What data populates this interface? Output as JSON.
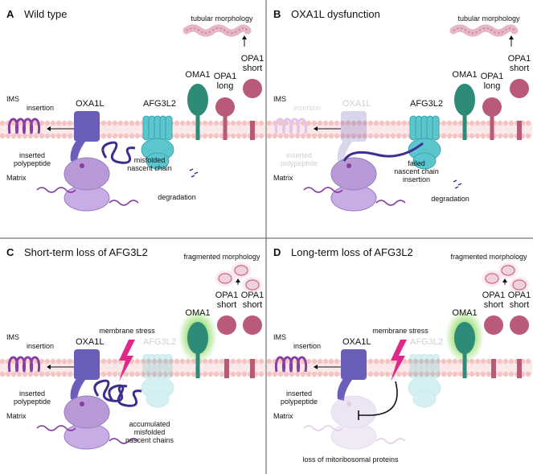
{
  "panels": [
    {
      "letter": "A",
      "title": "Wild type",
      "morphology": "tubular morphology",
      "ims": "IMS",
      "matrix": "Matrix",
      "oxa1l": "OXA1L",
      "afg3l2": "AFG3L2",
      "oma1": "OMA1",
      "opa1_left_1": "OPA1",
      "opa1_left_2": "long",
      "opa1_right_1": "OPA1",
      "opa1_right_2": "short",
      "insertion": "insertion",
      "inserted_1": "inserted",
      "inserted_2": "polypeptide",
      "nascent_1": "misfolded",
      "nascent_2": "nascent chain",
      "degradation": "degradation"
    },
    {
      "letter": "B",
      "title": "OXA1L dysfunction",
      "morphology": "tubular morphology",
      "ims": "IMS",
      "matrix": "Matrix",
      "oxa1l": "OXA1L",
      "afg3l2": "AFG3L2",
      "oma1": "OMA1",
      "opa1_left_1": "OPA1",
      "opa1_left_2": "long",
      "opa1_right_1": "OPA1",
      "opa1_right_2": "short",
      "insertion": "insertion",
      "inserted_1": "inserted",
      "inserted_2": "polypeptide",
      "failed_1": "failed",
      "failed_2": "nascent chain",
      "failed_3": "insertion",
      "degradation": "degradation"
    },
    {
      "letter": "C",
      "title": "Short-term loss of AFG3L2",
      "morphology": "fragmented morphology",
      "ims": "IMS",
      "matrix": "Matrix",
      "oxa1l": "OXA1L",
      "afg3l2": "AFG3L2",
      "oma1": "OMA1",
      "opa1_left_1": "OPA1",
      "opa1_left_2": "short",
      "opa1_right_1": "OPA1",
      "opa1_right_2": "short",
      "insertion": "insertion",
      "inserted_1": "inserted",
      "inserted_2": "polypeptide",
      "stress": "membrane stress",
      "accum_1": "accumulated",
      "accum_2": "misfolded",
      "accum_3": "nascent chains"
    },
    {
      "letter": "D",
      "title": "Long-term loss of AFG3L2",
      "morphology": "fragmented morphology",
      "ims": "IMS",
      "matrix": "Matrix",
      "oxa1l": "OXA1L",
      "afg3l2": "AFG3L2",
      "oma1": "OMA1",
      "opa1_left_1": "OPA1",
      "opa1_left_2": "short",
      "opa1_right_1": "OPA1",
      "opa1_right_2": "short",
      "insertion": "insertion",
      "inserted_1": "inserted",
      "inserted_2": "polypeptide",
      "stress": "membrane stress",
      "loss": "loss of mitoribosomal proteins"
    }
  ],
  "colors": {
    "membrane": "#f4c4c4",
    "oxa1l": "#6a5fb8",
    "ribosome": "#b89ad6",
    "afg3l2": "#5cc6cf",
    "oma1": "#2e8b78",
    "opa1": "#b85a78",
    "polypeptide": "#8a3fa0",
    "misfolded": "#3b2e8f",
    "bolt": "#e0288a"
  }
}
